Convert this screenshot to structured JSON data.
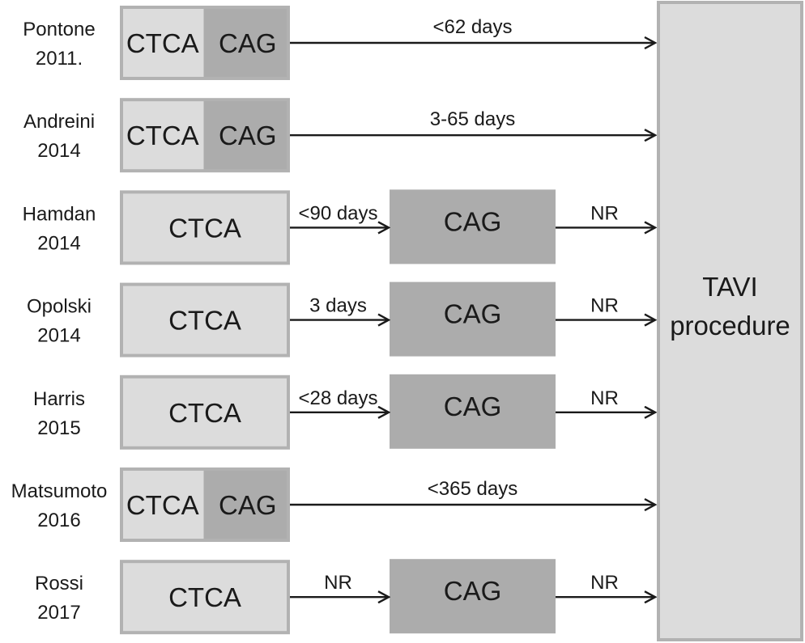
{
  "colors": {
    "ctca_fill": "#dcdcdc",
    "cag_fill": "#acacac",
    "border": "#b2b2b2",
    "arrow": "#1a1a1a",
    "text": "#1a1a1a",
    "tavi_fill": "#dcdcdc"
  },
  "tavi": {
    "line1": "TAVI",
    "line2": "procedure"
  },
  "rows": [
    {
      "name": "Pontone",
      "year": "2011.",
      "layout": "combined",
      "ctca": "CTCA",
      "cag": "CAG",
      "interval": "<62 days"
    },
    {
      "name": "Andreini",
      "year": "2014",
      "layout": "combined",
      "ctca": "CTCA",
      "cag": "CAG",
      "interval": "3-65 days"
    },
    {
      "name": "Hamdan",
      "year": "2014",
      "layout": "separate",
      "ctca": "CTCA",
      "cag": "CAG",
      "interval": "<90 days",
      "after": "NR"
    },
    {
      "name": "Opolski",
      "year": "2014",
      "layout": "separate",
      "ctca": "CTCA",
      "cag": "CAG",
      "interval": "3 days",
      "after": "NR"
    },
    {
      "name": "Harris",
      "year": "2015",
      "layout": "separate",
      "ctca": "CTCA",
      "cag": "CAG",
      "interval": "<28 days",
      "after": "NR"
    },
    {
      "name": "Matsumoto",
      "year": "2016",
      "layout": "combined",
      "ctca": "CTCA",
      "cag": "CAG",
      "interval": "<365 days"
    },
    {
      "name": "Rossi",
      "year": "2017",
      "layout": "separate",
      "ctca": "CTCA",
      "cag": "CAG",
      "interval": "NR",
      "after": "NR"
    }
  ]
}
